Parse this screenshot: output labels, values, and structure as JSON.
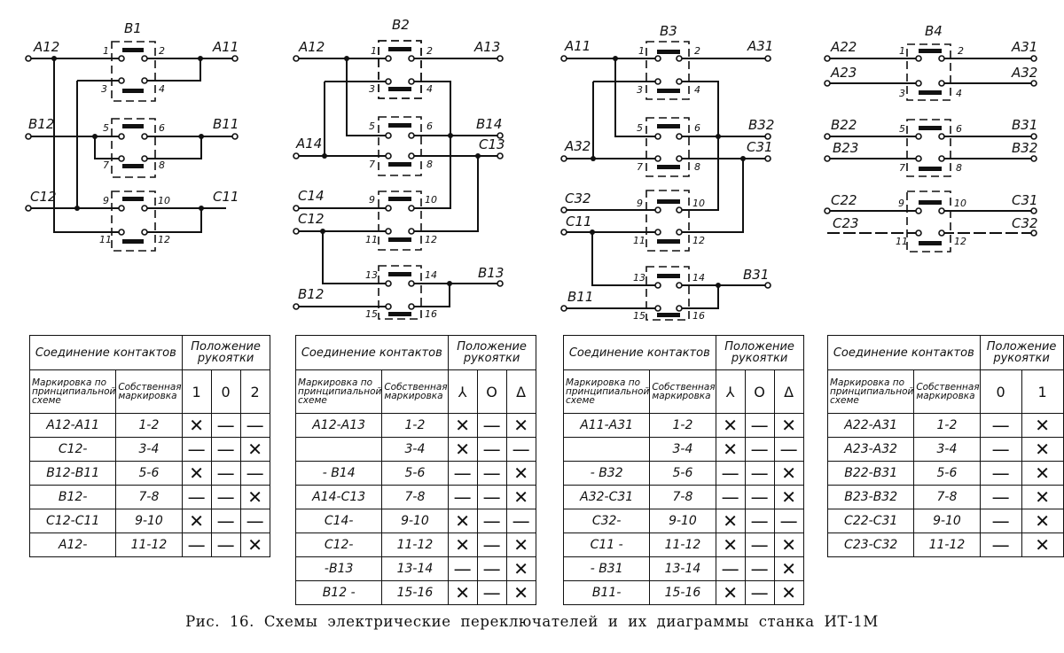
{
  "caption": "Рис. 16. Схемы электрические переключателей и их диаграммы станка ИТ-1М",
  "symbols": {
    "on": "✕",
    "off": "—"
  },
  "table_headers": {
    "connection": "Соединение контактов",
    "handle_position": "Положение рукоятки",
    "marking_schematic": "Маркировка по принципиальной схеме",
    "marking_own": "Собственная маркировка"
  },
  "switches": [
    {
      "id": "B1",
      "labels": {
        "left": [
          "A12",
          "B12",
          "C12"
        ],
        "right": [
          "A11",
          "B11",
          "C11"
        ]
      },
      "contacts": [
        "1",
        "2",
        "3",
        "4",
        "5",
        "6",
        "7",
        "8",
        "9",
        "10",
        "11",
        "12"
      ],
      "positions": [
        "1",
        "0",
        "2"
      ],
      "rows": [
        {
          "conn": "A12-A11",
          "own": "1-2",
          "states": [
            "x",
            "-",
            "-"
          ]
        },
        {
          "conn": "C12-",
          "own": "3-4",
          "states": [
            "-",
            "-",
            "x"
          ]
        },
        {
          "conn": "B12-B11",
          "own": "5-6",
          "states": [
            "x",
            "-",
            "-"
          ]
        },
        {
          "conn": "B12-",
          "own": "7-8",
          "states": [
            "-",
            "-",
            "x"
          ]
        },
        {
          "conn": "C12-C11",
          "own": "9-10",
          "states": [
            "x",
            "-",
            "-"
          ]
        },
        {
          "conn": "A12-",
          "own": "11-12",
          "states": [
            "-",
            "-",
            "x"
          ]
        }
      ]
    },
    {
      "id": "B2",
      "labels": {
        "left": [
          "A12",
          "A14",
          "C14",
          "C12",
          "B12"
        ],
        "right": [
          "A13",
          "B14",
          "C13",
          "B13"
        ]
      },
      "contacts": [
        "1",
        "2",
        "3",
        "4",
        "5",
        "6",
        "7",
        "8",
        "9",
        "10",
        "11",
        "12",
        "13",
        "14",
        "15",
        "16"
      ],
      "positions": [
        "⅄",
        "O",
        "Δ"
      ],
      "position_names": [
        "star",
        "off",
        "delta"
      ],
      "rows": [
        {
          "conn": "A12-A13",
          "own": "1-2",
          "states": [
            "x",
            "-",
            "x"
          ]
        },
        {
          "conn": "",
          "own": "3-4",
          "states": [
            "x",
            "-",
            "-"
          ]
        },
        {
          "conn": "- B14",
          "own": "5-6",
          "states": [
            "-",
            "-",
            "x"
          ]
        },
        {
          "conn": "A14-C13",
          "own": "7-8",
          "states": [
            "-",
            "-",
            "x"
          ]
        },
        {
          "conn": "C14-",
          "own": "9-10",
          "states": [
            "x",
            "-",
            "-"
          ]
        },
        {
          "conn": "C12-",
          "own": "11-12",
          "states": [
            "x",
            "-",
            "x"
          ]
        },
        {
          "conn": "-B13",
          "own": "13-14",
          "states": [
            "-",
            "-",
            "x"
          ]
        },
        {
          "conn": "B12 -",
          "own": "15-16",
          "states": [
            "x",
            "-",
            "x"
          ]
        }
      ]
    },
    {
      "id": "B3",
      "labels": {
        "left": [
          "A11",
          "A32",
          "C32",
          "C11",
          "B11"
        ],
        "right": [
          "A31",
          "B32",
          "C31",
          "B31"
        ]
      },
      "contacts": [
        "1",
        "2",
        "3",
        "4",
        "5",
        "6",
        "7",
        "8",
        "9",
        "10",
        "11",
        "12",
        "13",
        "14",
        "15",
        "16"
      ],
      "positions": [
        "⅄",
        "O",
        "Δ"
      ],
      "position_names": [
        "star",
        "off",
        "delta"
      ],
      "rows": [
        {
          "conn": "A11-A31",
          "own": "1-2",
          "states": [
            "x",
            "-",
            "x"
          ]
        },
        {
          "conn": "",
          "own": "3-4",
          "states": [
            "x",
            "-",
            "-"
          ]
        },
        {
          "conn": "- B32",
          "own": "5-6",
          "states": [
            "-",
            "-",
            "x"
          ]
        },
        {
          "conn": "A32-C31",
          "own": "7-8",
          "states": [
            "-",
            "-",
            "x"
          ]
        },
        {
          "conn": "C32-",
          "own": "9-10",
          "states": [
            "x",
            "-",
            "-"
          ]
        },
        {
          "conn": "C11 -",
          "own": "11-12",
          "states": [
            "x",
            "-",
            "x"
          ]
        },
        {
          "conn": "- B31",
          "own": "13-14",
          "states": [
            "-",
            "-",
            "x"
          ]
        },
        {
          "conn": "B11-",
          "own": "15-16",
          "states": [
            "x",
            "-",
            "x"
          ]
        }
      ]
    },
    {
      "id": "B4",
      "labels": {
        "left": [
          "A22",
          "A23",
          "B22",
          "B23",
          "C22",
          "C23"
        ],
        "right": [
          "A31",
          "A32",
          "B31",
          "B32",
          "C31",
          "C32"
        ]
      },
      "contacts": [
        "1",
        "2",
        "3",
        "4",
        "5",
        "6",
        "7",
        "8",
        "9",
        "10",
        "11",
        "12"
      ],
      "positions": [
        "0",
        "1"
      ],
      "rows": [
        {
          "conn": "A22-A31",
          "own": "1-2",
          "states": [
            "-",
            "x"
          ]
        },
        {
          "conn": "A23-A32",
          "own": "3-4",
          "states": [
            "-",
            "x"
          ]
        },
        {
          "conn": "B22-B31",
          "own": "5-6",
          "states": [
            "-",
            "x"
          ]
        },
        {
          "conn": "B23-B32",
          "own": "7-8",
          "states": [
            "-",
            "x"
          ]
        },
        {
          "conn": "C22-C31",
          "own": "9-10",
          "states": [
            "-",
            "x"
          ]
        },
        {
          "conn": "C23-C32",
          "own": "11-12",
          "states": [
            "-",
            "x"
          ]
        }
      ]
    }
  ]
}
